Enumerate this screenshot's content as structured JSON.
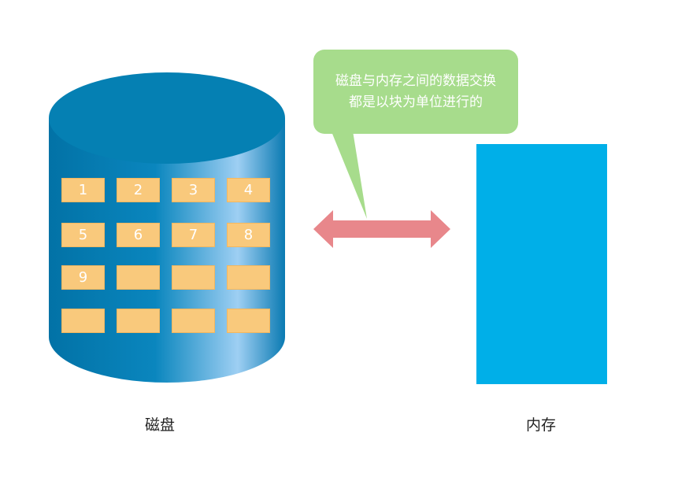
{
  "disk": {
    "label": "磁盘",
    "blocks": [
      [
        "1",
        "2",
        "3",
        "4"
      ],
      [
        "5",
        "6",
        "7",
        "8"
      ],
      [
        "9",
        "",
        "",
        ""
      ],
      [
        "",
        "",
        "",
        ""
      ]
    ]
  },
  "memory": {
    "label": "内存"
  },
  "callout": {
    "line1": "磁盘与内存之间的数据交换",
    "line2": "都是以块为单位进行的"
  },
  "colors": {
    "disk_top": "#0580b3",
    "disk_body_dark": "#0272a6",
    "disk_body_light": "#9ecff3",
    "block_fill": "#f9c97c",
    "memory_fill": "#00afe8",
    "callout_fill": "#a7dc8c",
    "arrow_fill": "#e8878b"
  }
}
